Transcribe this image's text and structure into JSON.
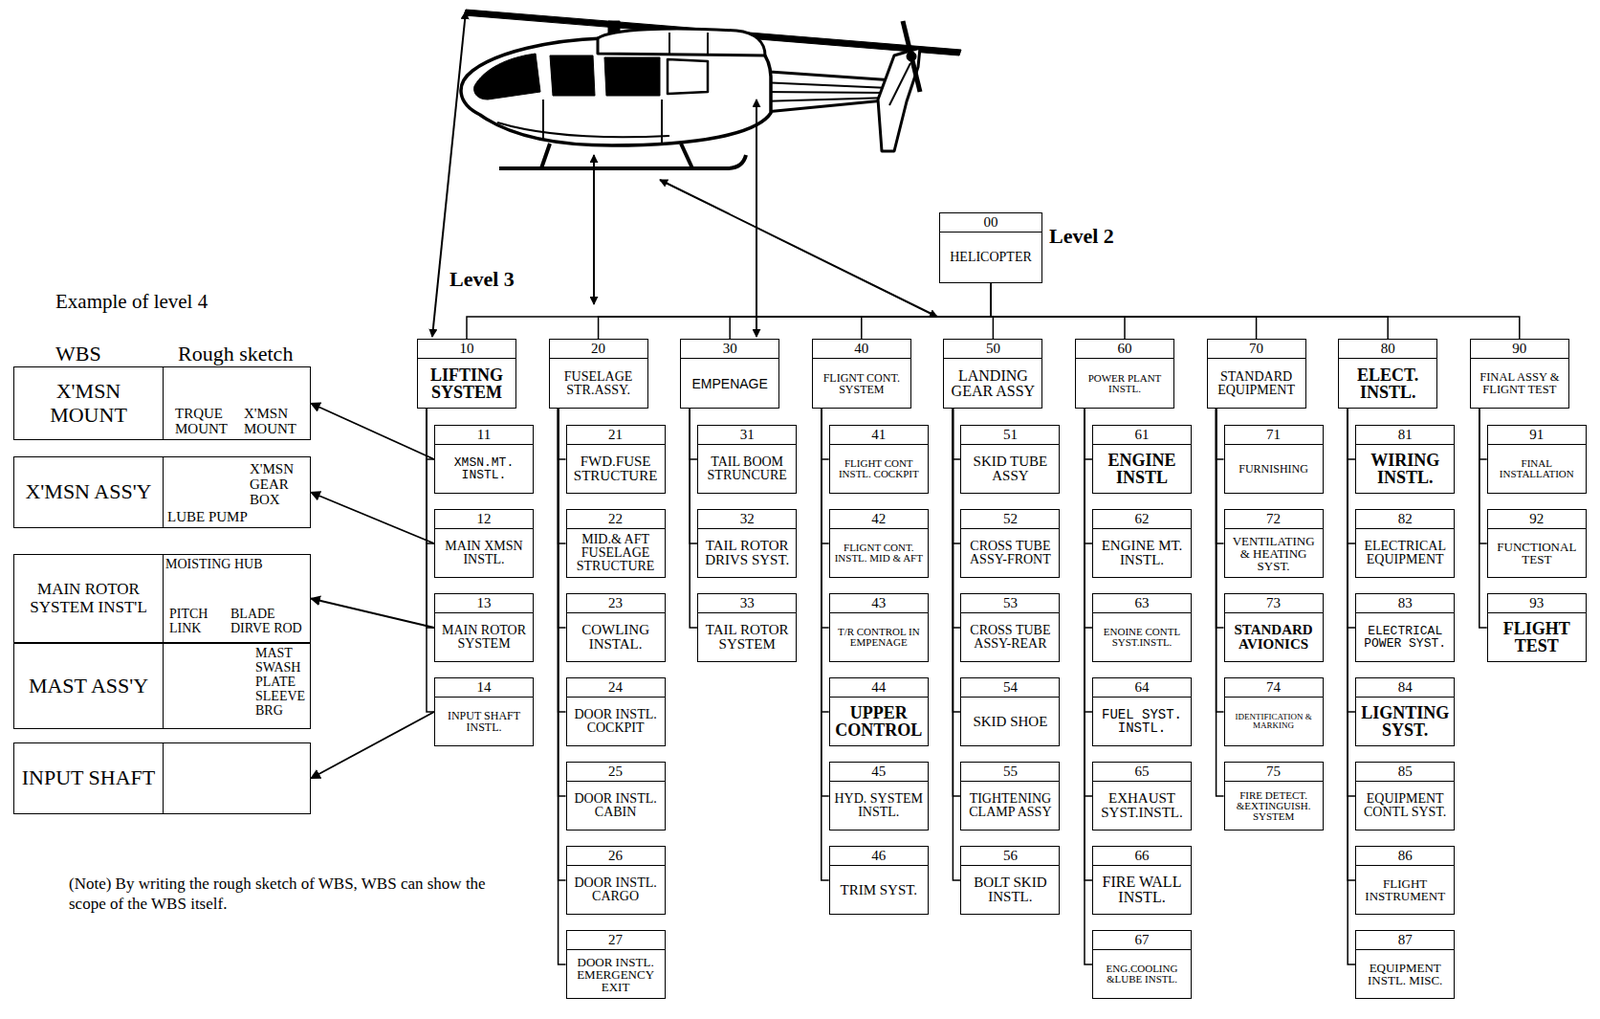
{
  "diagram": {
    "nodes": [
      {
        "text": [
          "00",
          "HELICOPTER"
        ]
      },
      {
        "text": [
          "10",
          "LIFTING SYSTEM"
        ]
      },
      {
        "text": [
          "11",
          "XMSN.MT. INSTL."
        ]
      },
      {
        "text": [
          "12",
          "MAIN XMSN INSTL."
        ]
      },
      {
        "text": [
          "13",
          "MAIN ROTOR SYSTEM"
        ]
      },
      {
        "text": [
          "14",
          "INPUT SHAFT INSTL."
        ]
      },
      {
        "text": [
          "20",
          "FUSELAGE STR.ASSY."
        ]
      },
      {
        "text": [
          "21",
          "FWD.FUSE STRUCTURE"
        ]
      },
      {
        "text": [
          "22",
          "MID.& AFT FUSELAGE STRUCTURE"
        ]
      },
      {
        "text": [
          "23",
          "COWLING INSTAL."
        ]
      },
      {
        "text": [
          "24",
          "DOOR INSTL. COCKPIT"
        ]
      },
      {
        "text": [
          "25",
          "DOOR INSTL. CABIN"
        ]
      },
      {
        "text": [
          "26",
          "DOOR INSTL. CARGO"
        ]
      },
      {
        "text": [
          "27",
          "DOOR INSTL. EMERGENCY EXIT"
        ]
      },
      {
        "text": [
          "30",
          "EMPENAGE"
        ]
      },
      {
        "text": [
          "31",
          "TAIL BOOM STRUNCURE"
        ]
      },
      {
        "text": [
          "32",
          "TAIL ROTOR DRIVS SYST."
        ]
      },
      {
        "text": [
          "33",
          "TAIL ROTOR SYSTEM"
        ]
      },
      {
        "text": [
          "40",
          "FLIGNT CONT. SYSTEM"
        ]
      },
      {
        "text": [
          "41",
          "FLIGHT CONT INSTL. COCKPIT"
        ]
      },
      {
        "text": [
          "42",
          "FLIGNT CONT. INSTL. MID & AFT"
        ]
      },
      {
        "text": [
          "43",
          "T/R CONTROL IN EMPENAGE"
        ]
      },
      {
        "text": [
          "44",
          "UPPER CONTROL"
        ]
      },
      {
        "text": [
          "45",
          "HYD. SYSTEM INSTL."
        ]
      },
      {
        "text": [
          "46",
          "TRIM SYST."
        ]
      },
      {
        "text": [
          "50",
          "LANDING GEAR ASSY"
        ]
      },
      {
        "text": [
          "51",
          "SKID TUBE ASSY"
        ]
      },
      {
        "text": [
          "52",
          "CROSS TUBE ASSY-FRONT"
        ]
      },
      {
        "text": [
          "53",
          "CROSS TUBE ASSY-REAR"
        ]
      },
      {
        "text": [
          "54",
          "SKID SHOE"
        ]
      },
      {
        "text": [
          "55",
          "TIGHTENING CLAMP ASSY"
        ]
      },
      {
        "text": [
          "56",
          "BOLT SKID INSTL."
        ]
      },
      {
        "text": [
          "60",
          "POWER PLANT INSTL."
        ]
      },
      {
        "text": [
          "61",
          "ENGINE INSTL"
        ]
      },
      {
        "text": [
          "62",
          "ENGINE MT. INSTL."
        ]
      },
      {
        "text": [
          "63",
          "ENOINE CONTL SYST.INSTL."
        ]
      },
      {
        "text": [
          "64",
          "FUEL SYST. INSTL."
        ]
      },
      {
        "text": [
          "65",
          "EXHAUST SYST.INSTL."
        ]
      },
      {
        "text": [
          "66",
          "FIRE WALL INSTL."
        ]
      },
      {
        "text": [
          "67",
          "ENG.COOLING &LUBE INSTL."
        ]
      },
      {
        "text": [
          "70",
          "STANDARD EQUIPMENT"
        ]
      },
      {
        "text": [
          "71",
          "FURNISHING"
        ]
      },
      {
        "text": [
          "72",
          "VENTILATING & HEATING SYST."
        ]
      },
      {
        "text": [
          "73",
          "STANDARD AVIONICS"
        ]
      },
      {
        "text": [
          "74",
          "IDENTIFICATION & MARKING"
        ]
      },
      {
        "text": [
          "75",
          "FIRE DETECT. &EXTINGUISH. SYSTEM"
        ]
      },
      {
        "text": [
          "80",
          "ELECT. INSTL."
        ]
      },
      {
        "text": [
          "81",
          "WIRING INSTL."
        ]
      },
      {
        "text": [
          "82",
          "ELECTRICAL EQUIPMENT"
        ]
      },
      {
        "text": [
          "83",
          "ELECTRICAL POWER SYST."
        ]
      },
      {
        "text": [
          "84",
          "LIGNTING SYST."
        ]
      },
      {
        "text": [
          "85",
          "EQUIPMENT CONTL SYST."
        ]
      },
      {
        "text": [
          "86",
          "FLIGHT INSTRUMENT"
        ]
      },
      {
        "text": [
          "87",
          "EQUIPMENT INSTL. MISC."
        ]
      },
      {
        "text": [
          "90",
          "FINAL ASSY & FLIGNT TEST"
        ]
      },
      {
        "text": [
          "91",
          "FINAL INSTALLATION"
        ]
      },
      {
        "text": [
          "92",
          "FUNCTIONAL TEST"
        ]
      },
      {
        "text": [
          "93",
          "FLIGHT TEST"
        ]
      },
      {
        "text": [
          "X'MSN MOUNT",
          "TRQUE MOUNT",
          "X'MSN MOUNT"
        ]
      },
      {
        "text": [
          "X'MSN ASS'Y",
          "X'MSN GEAR BOX",
          "LUBE PUMP"
        ]
      },
      {
        "text": [
          "MAIN ROTOR SYSTEM INST'L",
          "MOISTING HUB",
          "PITCH LINK",
          "BLADE DIRVE ROD"
        ]
      },
      {
        "text": [
          "MAST ASS'Y",
          "MAST SWASH PLATE SLEEVE BRG"
        ]
      },
      {
        "text": [
          "INPUT SHAFT"
        ]
      }
    ],
    "edges": [
      {
        "from": 0,
        "to": 1,
        "arrow": "none"
      },
      {
        "from": 0,
        "to": 6,
        "arrow": "none"
      },
      {
        "from": 0,
        "to": 14,
        "arrow": "none"
      },
      {
        "from": 0,
        "to": 18,
        "arrow": "none"
      },
      {
        "from": 0,
        "to": 25,
        "arrow": "none"
      },
      {
        "from": 0,
        "to": 32,
        "arrow": "none"
      },
      {
        "from": 0,
        "to": 40,
        "arrow": "none"
      },
      {
        "from": 0,
        "to": 46,
        "arrow": "none"
      },
      {
        "from": 0,
        "to": 54,
        "arrow": "none"
      },
      {
        "from": 1,
        "to": 2,
        "arrow": "none"
      },
      {
        "from": 1,
        "to": 3,
        "arrow": "none"
      },
      {
        "from": 1,
        "to": 4,
        "arrow": "none"
      },
      {
        "from": 1,
        "to": 5,
        "arrow": "none"
      },
      {
        "from": 6,
        "to": 7,
        "arrow": "none"
      },
      {
        "from": 6,
        "to": 8,
        "arrow": "none"
      },
      {
        "from": 6,
        "to": 9,
        "arrow": "none"
      },
      {
        "from": 6,
        "to": 10,
        "arrow": "none"
      },
      {
        "from": 6,
        "to": 11,
        "arrow": "none"
      },
      {
        "from": 6,
        "to": 12,
        "arrow": "none"
      },
      {
        "from": 6,
        "to": 13,
        "arrow": "none"
      },
      {
        "from": 14,
        "to": 15,
        "arrow": "none"
      },
      {
        "from": 14,
        "to": 16,
        "arrow": "none"
      },
      {
        "from": 14,
        "to": 17,
        "arrow": "none"
      },
      {
        "from": 18,
        "to": 19,
        "arrow": "none"
      },
      {
        "from": 18,
        "to": 20,
        "arrow": "none"
      },
      {
        "from": 18,
        "to": 21,
        "arrow": "none"
      },
      {
        "from": 18,
        "to": 22,
        "arrow": "none"
      },
      {
        "from": 18,
        "to": 23,
        "arrow": "none"
      },
      {
        "from": 18,
        "to": 24,
        "arrow": "none"
      },
      {
        "from": 25,
        "to": 26,
        "arrow": "none"
      },
      {
        "from": 25,
        "to": 27,
        "arrow": "none"
      },
      {
        "from": 25,
        "to": 28,
        "arrow": "none"
      },
      {
        "from": 25,
        "to": 29,
        "arrow": "none"
      },
      {
        "from": 25,
        "to": 30,
        "arrow": "none"
      },
      {
        "from": 25,
        "to": 31,
        "arrow": "none"
      },
      {
        "from": 32,
        "to": 33,
        "arrow": "none"
      },
      {
        "from": 32,
        "to": 34,
        "arrow": "none"
      },
      {
        "from": 32,
        "to": 35,
        "arrow": "none"
      },
      {
        "from": 32,
        "to": 36,
        "arrow": "none"
      },
      {
        "from": 32,
        "to": 37,
        "arrow": "none"
      },
      {
        "from": 32,
        "to": 38,
        "arrow": "none"
      },
      {
        "from": 32,
        "to": 39,
        "arrow": "none"
      },
      {
        "from": 40,
        "to": 41,
        "arrow": "none"
      },
      {
        "from": 40,
        "to": 42,
        "arrow": "none"
      },
      {
        "from": 40,
        "to": 43,
        "arrow": "none"
      },
      {
        "from": 40,
        "to": 44,
        "arrow": "none"
      },
      {
        "from": 40,
        "to": 45,
        "arrow": "none"
      },
      {
        "from": 46,
        "to": 47,
        "arrow": "none"
      },
      {
        "from": 46,
        "to": 48,
        "arrow": "none"
      },
      {
        "from": 46,
        "to": 49,
        "arrow": "none"
      },
      {
        "from": 46,
        "to": 50,
        "arrow": "none"
      },
      {
        "from": 46,
        "to": 51,
        "arrow": "none"
      },
      {
        "from": 46,
        "to": 52,
        "arrow": "none"
      },
      {
        "from": 46,
        "to": 53,
        "arrow": "none"
      },
      {
        "from": 54,
        "to": 55,
        "arrow": "none"
      },
      {
        "from": 54,
        "to": 56,
        "arrow": "none"
      },
      {
        "from": 54,
        "to": 57,
        "arrow": "none"
      },
      {
        "from": 2,
        "to": 58,
        "arrow": "to"
      },
      {
        "from": 3,
        "to": 59,
        "arrow": "to"
      },
      {
        "from": 4,
        "to": 60,
        "arrow": "to"
      },
      {
        "from": 5,
        "to": 62,
        "arrow": "to"
      }
    ],
    "labels": [
      "Level 2",
      "Level 3",
      "Example of level 4",
      "WBS",
      "Rough sketch",
      "(Note) By writing the rough sketch of WBS, WBS can show the scope of the WBS itself."
    ]
  }
}
